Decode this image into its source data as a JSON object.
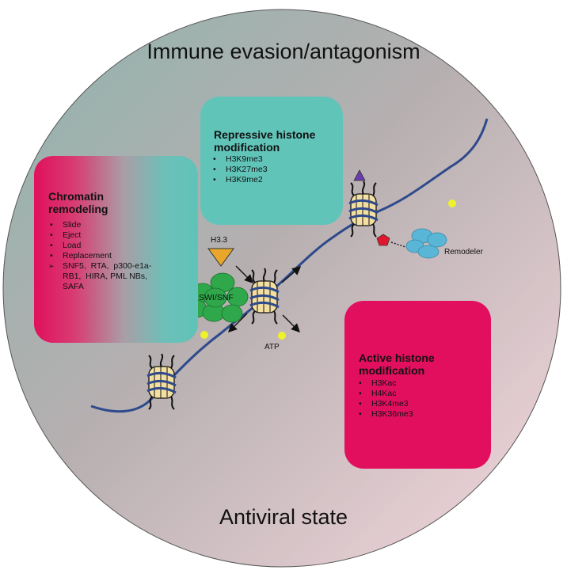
{
  "titles": {
    "top": "Immune evasion/antagonism",
    "bottom": "Antiviral state"
  },
  "chromatin_box": {
    "title_line1": "Chromatin",
    "title_line2": "remodeling",
    "items": [
      "Slide",
      "Eject",
      "Load",
      "Replacement"
    ],
    "arrow_item_line1": "SNF5,  RTA,  p300-e1a-",
    "arrow_item_line2": "RB1,  HIRA, PML NBs,",
    "arrow_item_line3": "SAFA"
  },
  "repressive_box": {
    "title_line1": "Repressive histone",
    "title_line2": "modification",
    "items": [
      "H3K9me3",
      "H3K27me3",
      "H3K9me2"
    ]
  },
  "active_box": {
    "title_line1": "Active histone",
    "title_line2": "modification",
    "items": [
      "H3Kac",
      "H4Kac",
      "H3K4me3",
      "H3K36me3"
    ]
  },
  "labels": {
    "h33": "H3.3",
    "swisnf": "SWI/SNF",
    "atp": "ATP",
    "remodeler": "Remodeler"
  },
  "colors": {
    "circle_top": "#8fb3ad",
    "circle_bottom": "#f3d6dc",
    "chromatin_box_left": "#e0105c",
    "chromatin_box_right": "#5fc3b7",
    "repressive_box": "#61c4b9",
    "active_box": "#e20f5e",
    "dna_strand": "#2e4a8c",
    "nucleosome": "#f3dfa2",
    "swisnf": "#2ea84a",
    "remodeler": "#5ab6d6",
    "atp_dot": "#eef22a",
    "h33_triangle": "#e8a72c",
    "mark_triangle": "#6a3bb0",
    "mark_pentagon": "#e0182f"
  }
}
